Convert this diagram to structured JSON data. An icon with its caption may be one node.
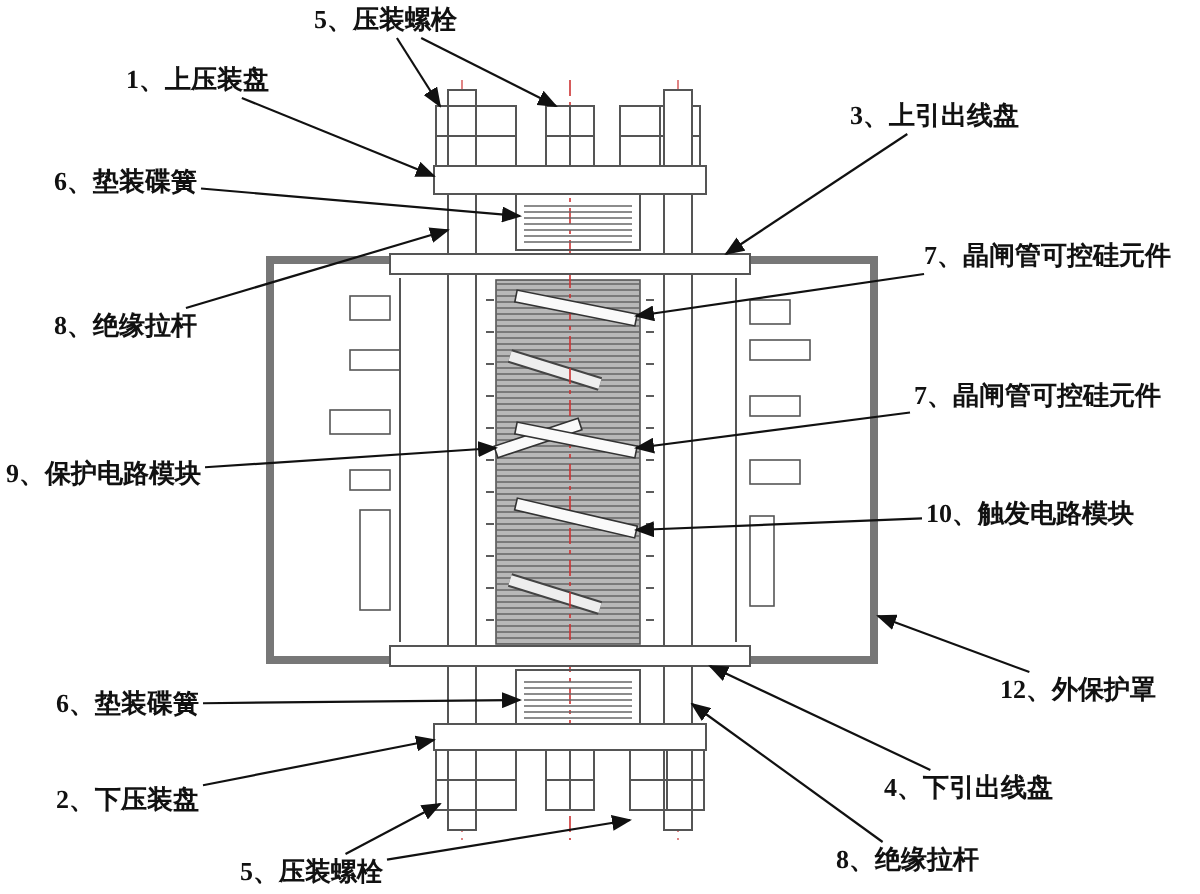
{
  "diagram": {
    "nodes": [
      {
        "text": [
          "5、压装螺栓"
        ]
      },
      {
        "text": [
          "1、上压装盘"
        ]
      },
      {
        "text": [
          "6、垫装碟簧"
        ]
      },
      {
        "text": [
          "8、绝缘拉杆"
        ]
      },
      {
        "text": [
          "3、上引出线盘"
        ]
      },
      {
        "text": [
          "7、晶闸管可控硅元件"
        ]
      },
      {
        "text": [
          "7、晶闸管可控硅元件"
        ]
      },
      {
        "text": [
          "9、保护电路模块"
        ]
      },
      {
        "text": [
          "10、触发电路模块"
        ]
      },
      {
        "text": [
          "12、外保护罩"
        ]
      },
      {
        "text": [
          "6、垫装碟簧"
        ]
      },
      {
        "text": [
          "2、下压装盘"
        ]
      },
      {
        "text": [
          "4、下引出线盘"
        ]
      },
      {
        "text": [
          "5、压装螺栓"
        ]
      },
      {
        "text": [
          "8、绝缘拉杆"
        ]
      },
      {
        "text": [],
        "shape": "picture"
      },
      {
        "text": [],
        "shape": "picture"
      },
      {
        "text": [],
        "shape": "bar"
      },
      {
        "text": [],
        "shape": "picture"
      },
      {
        "text": [],
        "shape": "bar"
      },
      {
        "text": [],
        "shape": "bar"
      },
      {
        "text": [],
        "shape": "bar",
        "in": 25
      },
      {
        "text": [],
        "shape": "bar",
        "in": 25
      },
      {
        "text": [],
        "shape": "bar",
        "in": 25
      },
      {
        "text": [],
        "shape": "bar",
        "in": 25
      },
      {
        "text": [],
        "shape": "box"
      },
      {
        "text": [],
        "shape": "bar"
      },
      {
        "text": [],
        "shape": "picture"
      },
      {
        "text": [],
        "shape": "bar"
      },
      {
        "text": [],
        "shape": "bar"
      },
      {
        "text": [],
        "shape": "picture"
      },
      {
        "text": [],
        "shape": "picture"
      }
    ],
    "edges": [
      {
        "from": 0,
        "to": 15,
        "arrow": "to"
      },
      {
        "from": 0,
        "to": 16,
        "arrow": "to"
      },
      {
        "from": 1,
        "to": 17,
        "arrow": "to"
      },
      {
        "from": 2,
        "to": 18,
        "arrow": "to"
      },
      {
        "from": 3,
        "to": 19,
        "arrow": "to"
      },
      {
        "from": 4,
        "to": 20,
        "arrow": "to"
      },
      {
        "from": 5,
        "to": 21,
        "arrow": "to"
      },
      {
        "from": 7,
        "to": 22,
        "arrow": "to"
      },
      {
        "from": 6,
        "to": 23,
        "arrow": "to"
      },
      {
        "from": 8,
        "to": 24,
        "arrow": "to"
      },
      {
        "from": 9,
        "to": 25,
        "arrow": "to"
      },
      {
        "from": 12,
        "to": 26,
        "arrow": "to"
      },
      {
        "from": 10,
        "to": 27,
        "arrow": "to"
      },
      {
        "from": 14,
        "to": 28,
        "arrow": "to"
      },
      {
        "from": 11,
        "to": 29,
        "arrow": "to"
      },
      {
        "from": 13,
        "to": 30,
        "arrow": "to"
      },
      {
        "from": 13,
        "to": 31,
        "arrow": "to"
      }
    ]
  }
}
